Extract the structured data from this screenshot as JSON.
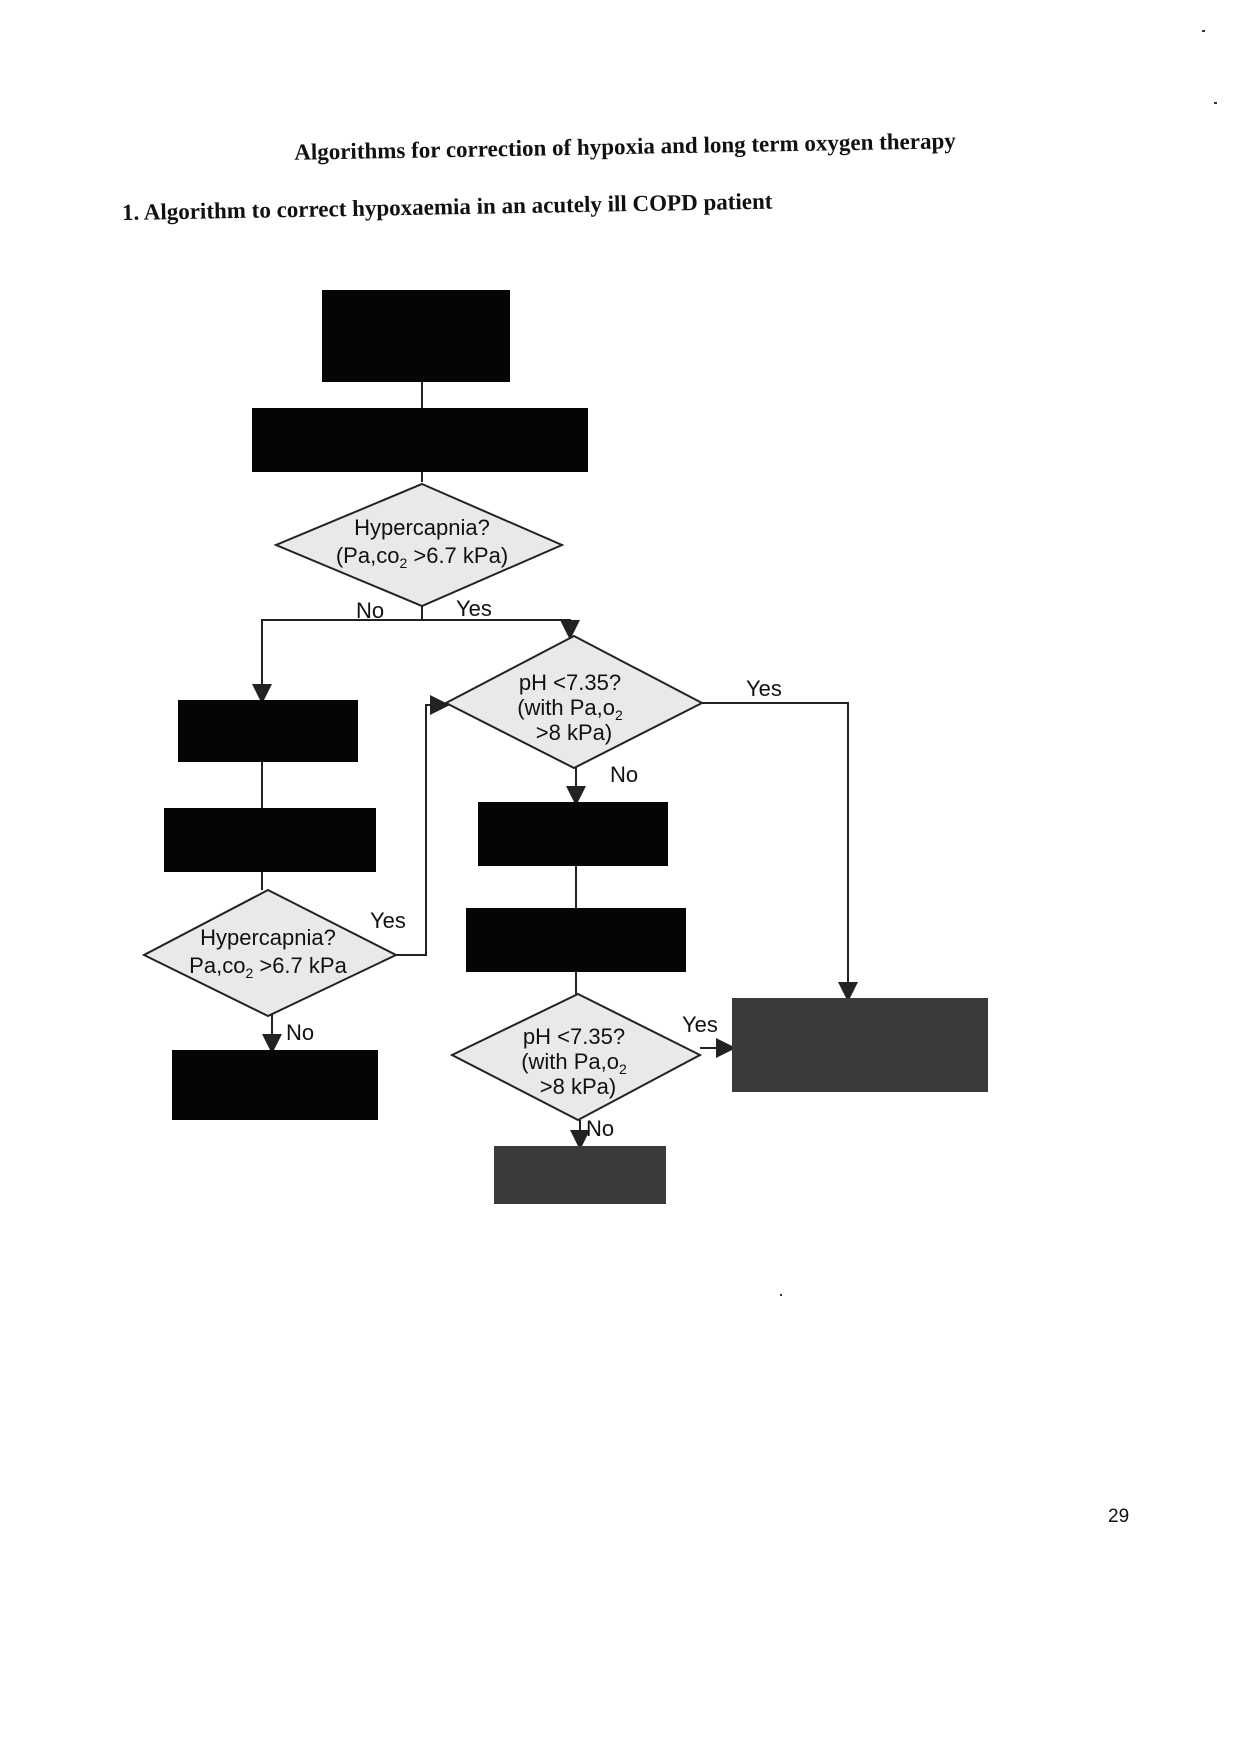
{
  "page": {
    "title": "Algorithms for correction of hypoxia and long term oxygen therapy",
    "section_heading": "1. Algorithm to correct hypoxaemia in an acutely ill COPD patient",
    "page_number": "29"
  },
  "flowchart": {
    "decision_1": {
      "line1": "Hypercapnia?",
      "line2": "(Pa,co",
      "sub": "2",
      "line2_rest": " >6.7 kPa)"
    },
    "decision_2": {
      "line1": "pH <7.35?",
      "line2": "(with Pa,o",
      "sub": "2",
      "line3": ">8 kPa)"
    },
    "decision_3": {
      "line1": "Hypercapnia?",
      "line2": "Pa,co",
      "sub": "2",
      "line2_rest": " >6.7 kPa"
    },
    "decision_4": {
      "line1": "pH <7.35?",
      "line2": "(with Pa,o",
      "sub": "2",
      "line3": ">8 kPa)"
    },
    "labels": {
      "no": "No",
      "yes": "Yes"
    },
    "redacted_boxes": 9
  },
  "colors": {
    "redaction_box": "#050505",
    "diamond_fill": "#e9e9e9",
    "line": "#222222"
  }
}
